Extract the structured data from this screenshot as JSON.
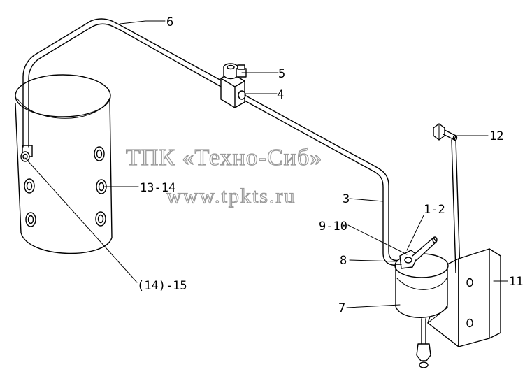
{
  "watermark": {
    "line1": "ТПК «Техно-Сиб»",
    "line2": "www.tpkts.ru"
  },
  "callouts": {
    "c6": "6",
    "c5": "5",
    "c4": "4",
    "c12": "12",
    "c13_14": "13-14",
    "c3": "3",
    "c1_2": "1-2",
    "c9_10": "9-10",
    "c8": "8",
    "c11": "11",
    "c7": "7",
    "c14_15": "(14)-15"
  }
}
